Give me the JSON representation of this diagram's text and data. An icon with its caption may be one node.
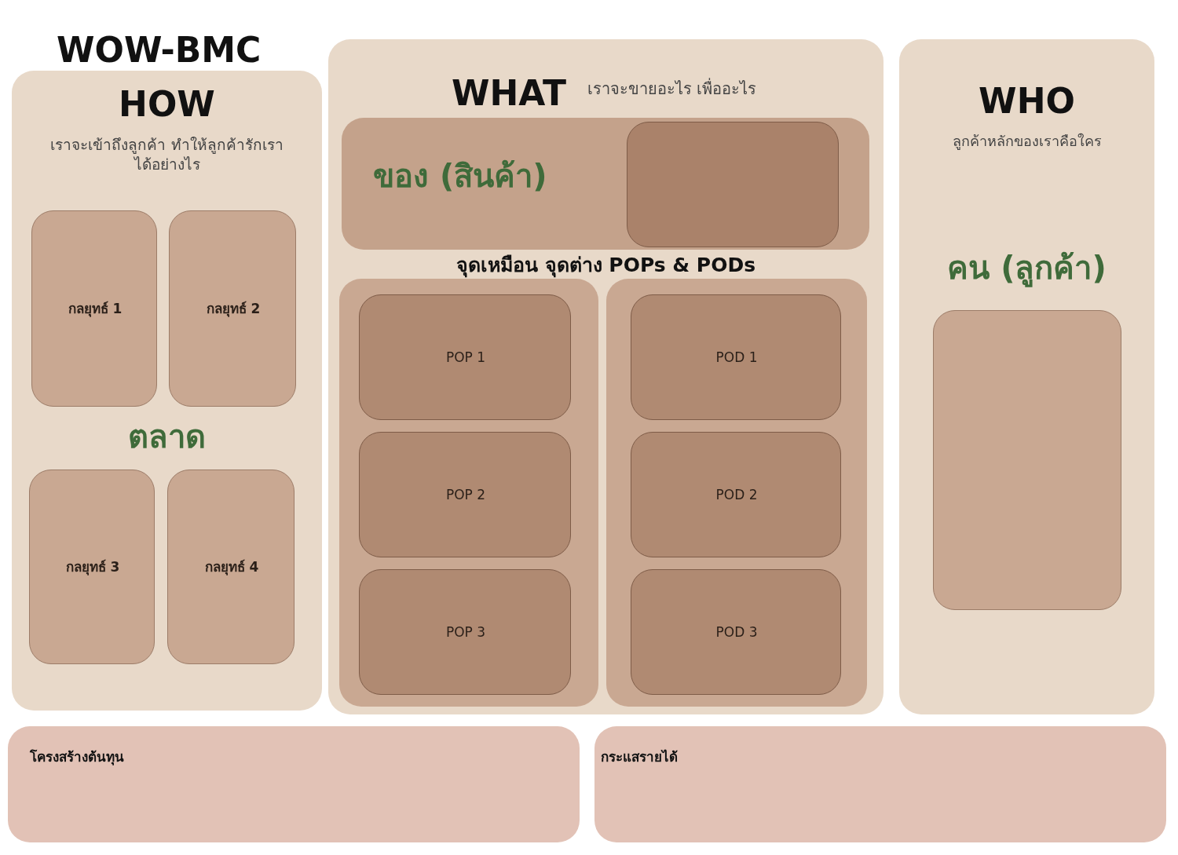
{
  "diagram": {
    "title": "WOW-BMC",
    "nodes": [
      {
        "text": [
          "HOW",
          "เราจะเข้าถึงลูกค้า ทำให้ลูกค้ารักเราได้อย่างไร",
          "ตลาด"
        ]
      },
      {
        "text": [
          "กลยุทธ์ 1"
        ],
        "in": 0
      },
      {
        "text": [
          "กลยุทธ์ 2"
        ],
        "in": 0
      },
      {
        "text": [
          "กลยุทธ์ 3"
        ],
        "in": 0
      },
      {
        "text": [
          "กลยุทธ์ 4"
        ],
        "in": 0
      },
      {
        "text": [
          "WHAT",
          "เราจะขายอะไร เพื่ออะไร",
          "จุดเหมือน จุดต่าง POPs & PODs"
        ]
      },
      {
        "text": [
          "ของ (สินค้า)"
        ],
        "in": 5
      },
      {
        "text": [],
        "shape": "box",
        "in": 6
      },
      {
        "text": [],
        "shape": "box",
        "in": 5
      },
      {
        "text": [
          "POP 1"
        ],
        "in": 8
      },
      {
        "text": [
          "POP 2"
        ],
        "in": 8
      },
      {
        "text": [
          "POP 3"
        ],
        "in": 8
      },
      {
        "text": [],
        "shape": "box",
        "in": 5
      },
      {
        "text": [
          "POD 1"
        ],
        "in": 12
      },
      {
        "text": [
          "POD 2"
        ],
        "in": 12
      },
      {
        "text": [
          "POD 3"
        ],
        "in": 12
      },
      {
        "text": [
          "WHO",
          "ลูกค้าหลักของเราคือใคร",
          "คน (ลูกค้า)"
        ]
      },
      {
        "text": [],
        "shape": "box",
        "in": 16
      },
      {
        "text": [
          "โครงสร้างต้นทุน"
        ]
      },
      {
        "text": [
          "กระแสรายได้"
        ]
      }
    ]
  }
}
